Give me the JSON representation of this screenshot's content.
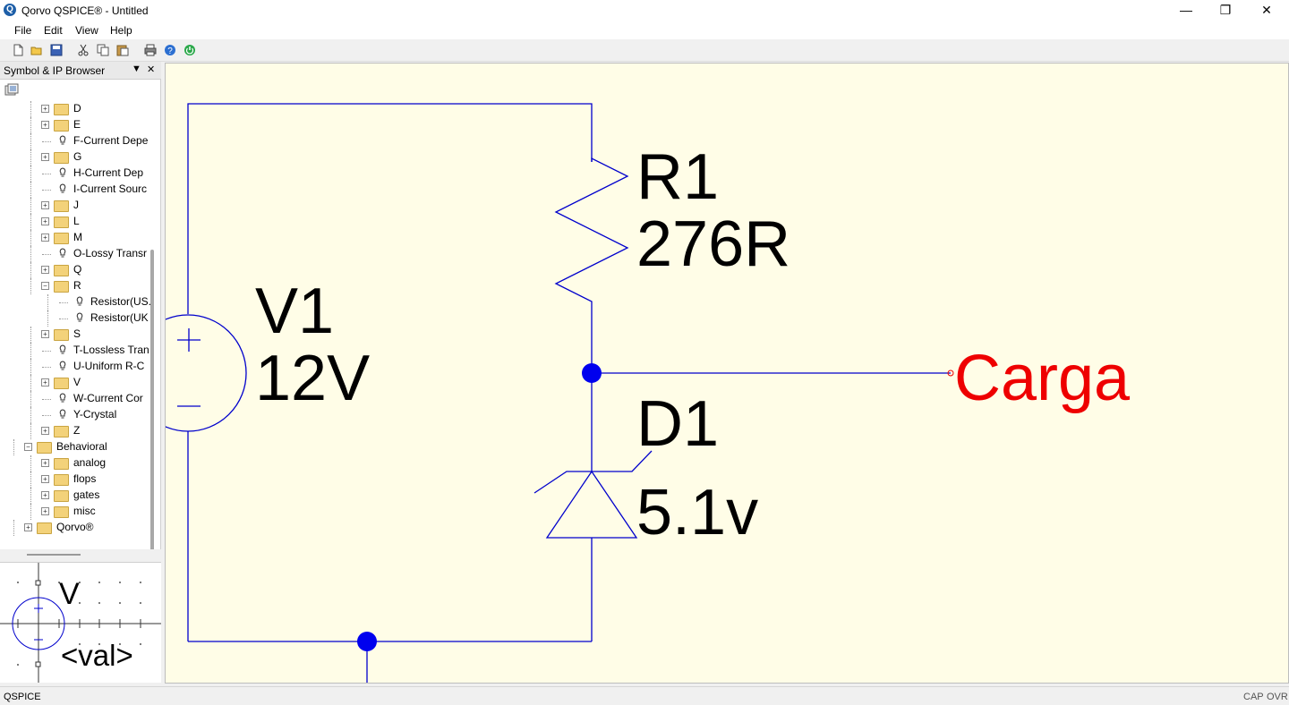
{
  "window": {
    "title": "Qorvo QSPICE® - Untitled",
    "app_icon_letter": "Q",
    "minimize": "—",
    "maximize": "❐",
    "close": "✕"
  },
  "menu": [
    "File",
    "Edit",
    "View",
    "Help"
  ],
  "toolbar_icons": [
    "new-file-icon",
    "open-folder-icon",
    "save-icon",
    "cut-icon",
    "copy-icon",
    "paste-icon",
    "print-icon",
    "help-icon",
    "power-icon"
  ],
  "panel": {
    "title": "Symbol & IP Browser",
    "dropdown_glyph": "▼",
    "close_glyph": "✕"
  },
  "tree": [
    {
      "label": "D",
      "kind": "folder",
      "level": 2,
      "expander": "+"
    },
    {
      "label": "E",
      "kind": "folder",
      "level": 2,
      "expander": "+"
    },
    {
      "label": "F-Current Depe",
      "kind": "symbol",
      "level": 2
    },
    {
      "label": "G",
      "kind": "folder",
      "level": 2,
      "expander": "+"
    },
    {
      "label": "H-Current Dep",
      "kind": "symbol",
      "level": 2
    },
    {
      "label": "I-Current Sourc",
      "kind": "symbol",
      "level": 2
    },
    {
      "label": "J",
      "kind": "folder",
      "level": 2,
      "expander": "+"
    },
    {
      "label": "L",
      "kind": "folder",
      "level": 2,
      "expander": "+"
    },
    {
      "label": "M",
      "kind": "folder",
      "level": 2,
      "expander": "+"
    },
    {
      "label": "O-Lossy Transr",
      "kind": "symbol",
      "level": 2
    },
    {
      "label": "Q",
      "kind": "folder",
      "level": 2,
      "expander": "+"
    },
    {
      "label": "R",
      "kind": "folder",
      "level": 2,
      "expander": "−"
    },
    {
      "label": "Resistor(US.",
      "kind": "symbol",
      "level": 3
    },
    {
      "label": "Resistor(UK",
      "kind": "symbol",
      "level": 3
    },
    {
      "label": "S",
      "kind": "folder",
      "level": 2,
      "expander": "+"
    },
    {
      "label": "T-Lossless Tran",
      "kind": "symbol",
      "level": 2
    },
    {
      "label": "U-Uniform R-C",
      "kind": "symbol",
      "level": 2
    },
    {
      "label": "V",
      "kind": "folder",
      "level": 2,
      "expander": "+"
    },
    {
      "label": "W-Current Cor",
      "kind": "symbol",
      "level": 2
    },
    {
      "label": "Y-Crystal",
      "kind": "symbol",
      "level": 2
    },
    {
      "label": "Z",
      "kind": "folder",
      "level": 2,
      "expander": "+"
    },
    {
      "label": "Behavioral",
      "kind": "folder",
      "level": 1,
      "expander": "−"
    },
    {
      "label": "analog",
      "kind": "folder",
      "level": 2,
      "expander": "+"
    },
    {
      "label": "flops",
      "kind": "folder",
      "level": 2,
      "expander": "+"
    },
    {
      "label": "gates",
      "kind": "folder",
      "level": 2,
      "expander": "+"
    },
    {
      "label": "misc",
      "kind": "folder",
      "level": 2,
      "expander": "+"
    },
    {
      "label": "Qorvo®",
      "kind": "folder",
      "level": 1,
      "expander": "+"
    }
  ],
  "preview": {
    "name": "V",
    "value": "<val>"
  },
  "schematic": {
    "wire_color": "#0000cc",
    "junction_color": "#0000ee",
    "net_label_color": "#ee0000",
    "components": [
      {
        "ref": "V1",
        "value": "12V",
        "type": "voltage-source"
      },
      {
        "ref": "R1",
        "value": "276R",
        "type": "resistor"
      },
      {
        "ref": "D1",
        "value": "5.1v",
        "type": "zener-diode"
      }
    ],
    "net_label": "Carga"
  },
  "status": {
    "text": "QSPICE",
    "cap": "CAP",
    "ovr": "OVR"
  }
}
